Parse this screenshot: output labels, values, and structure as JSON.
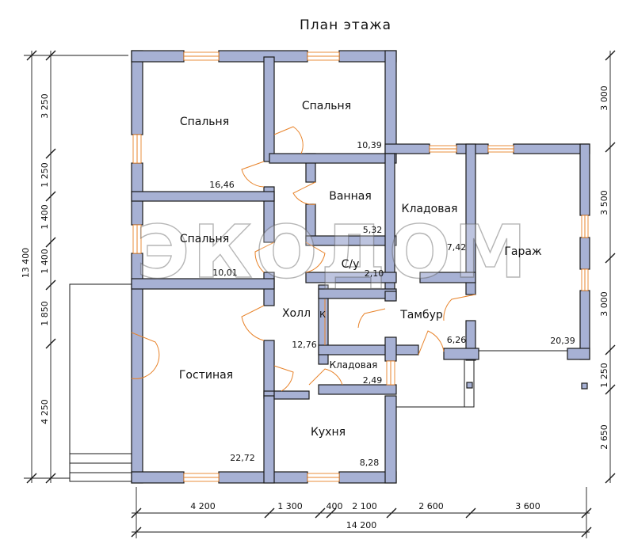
{
  "title": "План   этажа",
  "rooms": [
    {
      "name": "Спальня",
      "area": "16,46"
    },
    {
      "name": "Спальня",
      "area": "10,39"
    },
    {
      "name": "Ванная",
      "area": "5,32"
    },
    {
      "name": "Кладовая",
      "area": "7,42"
    },
    {
      "name": "Гараж",
      "area": "20,39"
    },
    {
      "name": "Спальня",
      "area": "10,01"
    },
    {
      "name": "С/у",
      "area": "2,10"
    },
    {
      "name": "Холл",
      "area": "12,76"
    },
    {
      "name": "Тамбур",
      "area": "6,26"
    },
    {
      "name": "Кладовая",
      "area": "2,49"
    },
    {
      "name": "Гостиная",
      "area": "22,72"
    },
    {
      "name": "Кухня",
      "area": "8,28"
    }
  ],
  "hall_mark": "К",
  "watermark": "ЭКОДОМ",
  "dims_bottom": [
    "4 200",
    "1 300",
    "400",
    "2 100",
    "2 600",
    "3 600"
  ],
  "dim_total_bottom": "14 200",
  "dims_left": [
    "3 250",
    "1 250",
    "1 400",
    "1 400",
    "1 850",
    "4 250"
  ],
  "dim_total_left": "13 400",
  "dims_right": [
    "3 000",
    "3 500",
    "3 000",
    "1 250",
    "2 650"
  ]
}
